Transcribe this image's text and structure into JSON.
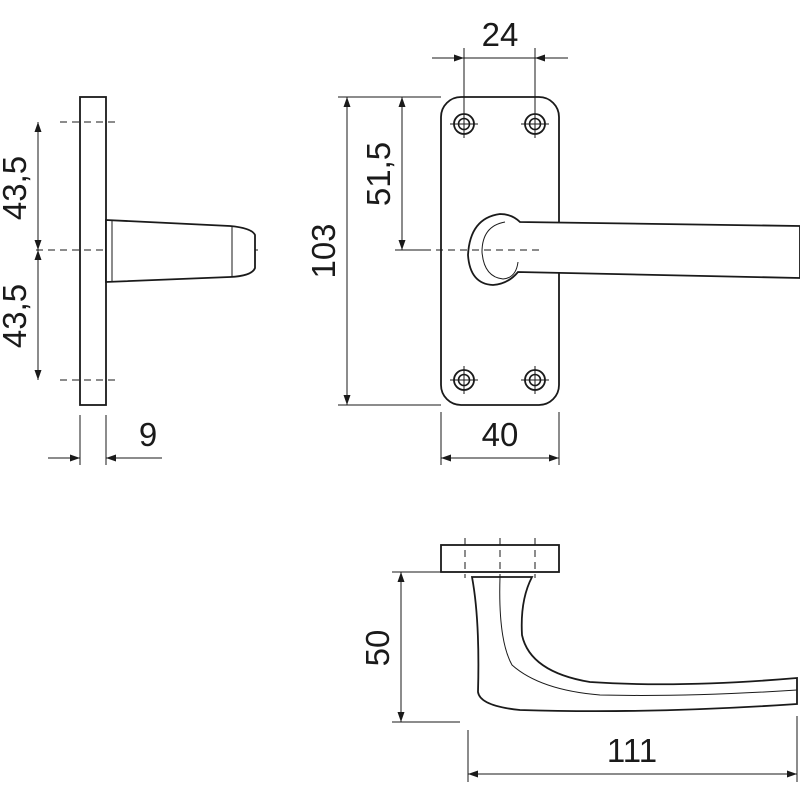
{
  "dimensions": {
    "side_upper_half": "43,5",
    "side_lower_half": "43,5",
    "side_thickness": "9",
    "front_hole_spacing": "24",
    "front_total_height": "103",
    "front_handle_height": "51,5",
    "front_plate_width": "40",
    "top_projection": "50",
    "top_length": "111"
  },
  "colors": {
    "line": "#1a1a1a",
    "background": "#ffffff"
  },
  "icons": {
    "screw": "screw-hole-icon",
    "arrow": "dimension-arrow"
  }
}
